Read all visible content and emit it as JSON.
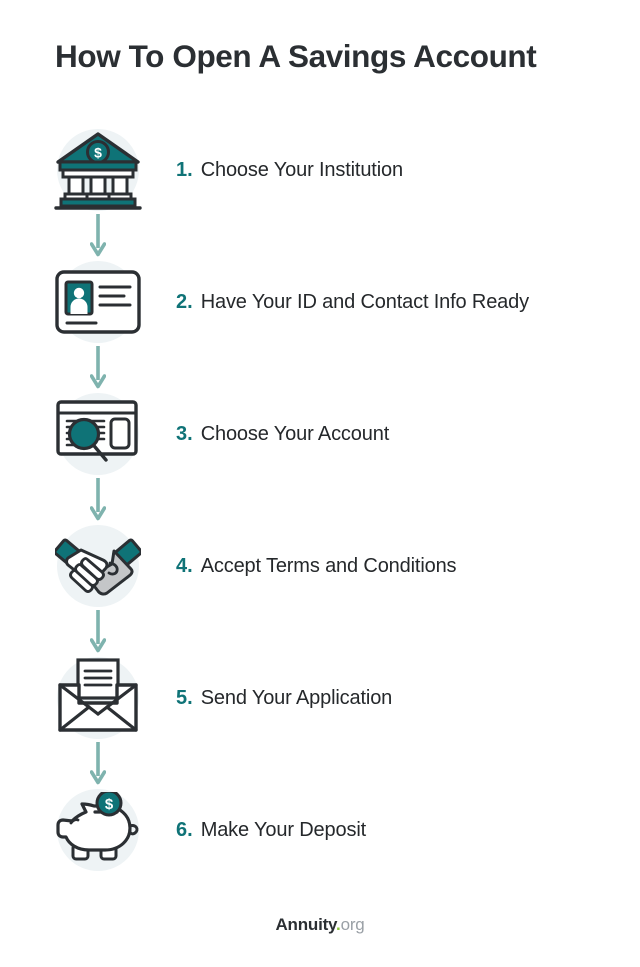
{
  "page": {
    "title": "How To Open A Savings Account",
    "background": "#ffffff",
    "accent_teal": "#0f7377",
    "accent_arrow": "#7fb3ae",
    "icon_circle": "#eef3f5",
    "text_color": "#25282b"
  },
  "steps": [
    {
      "number": "1.",
      "text": "Choose Your Institution",
      "icon": "bank-icon"
    },
    {
      "number": "2.",
      "text": "Have Your ID and Contact Info Ready",
      "icon": "id-card-icon"
    },
    {
      "number": "3.",
      "text": "Choose Your Account",
      "icon": "document-search-icon"
    },
    {
      "number": "4.",
      "text": "Accept Terms and Conditions",
      "icon": "handshake-icon"
    },
    {
      "number": "5.",
      "text": "Send Your Application",
      "icon": "envelope-letter-icon"
    },
    {
      "number": "6.",
      "text": "Make Your Deposit",
      "icon": "piggy-bank-icon"
    }
  ],
  "connector": {
    "icon": "arrow-down-icon",
    "color": "#7fb3ae"
  },
  "footer": {
    "logo_main": "Annuity",
    "logo_dot": ".",
    "logo_tld": "org"
  }
}
